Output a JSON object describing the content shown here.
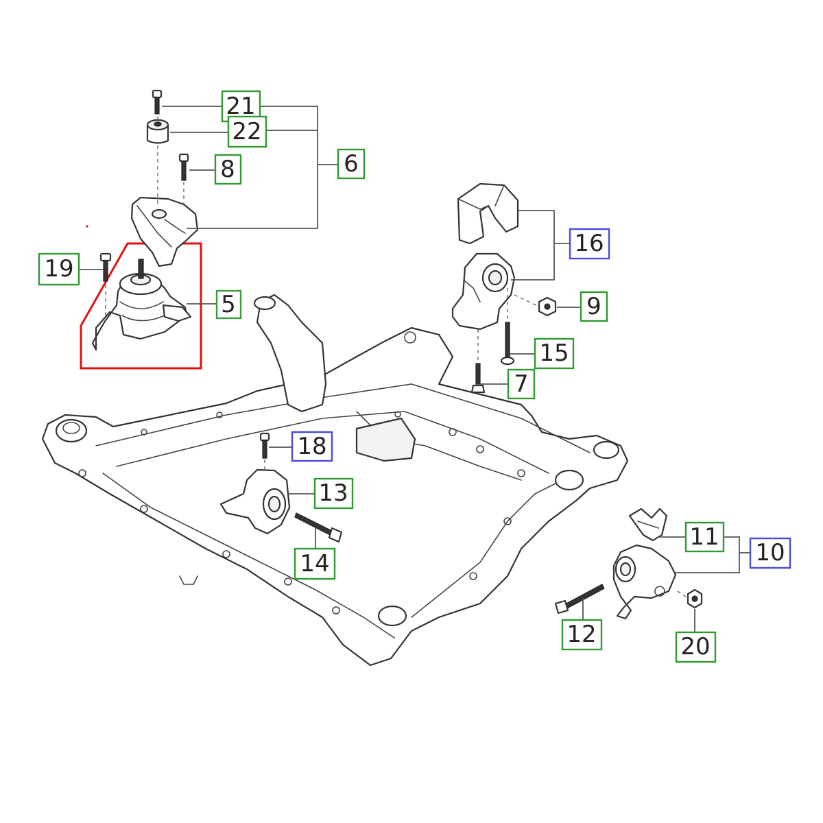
{
  "colors": {
    "green_box": "#2f9a2f",
    "blue_box": "#4a4ae0",
    "filled_box": "#3c9a3c",
    "highlight": "#e01010"
  },
  "labels": {
    "p5": "5",
    "p6": "6",
    "p7": "7",
    "p8": "8",
    "p9": "9",
    "p10": "10",
    "p11": "11",
    "p12": "12",
    "p13": "13",
    "p14": "14",
    "p15": "15",
    "p16": "16",
    "p18": "18",
    "p19": "19",
    "p20": "20",
    "p21": "21",
    "p22": "22"
  },
  "label_styles": {
    "green": [
      "p6",
      "p7",
      "p8",
      "p9",
      "p11",
      "p12",
      "p13",
      "p14",
      "p15",
      "p19",
      "p20",
      "p21",
      "p22"
    ],
    "blue": [
      "p10",
      "p16",
      "p18"
    ],
    "filled": [
      "p5"
    ]
  },
  "highlighted_part": "p5"
}
